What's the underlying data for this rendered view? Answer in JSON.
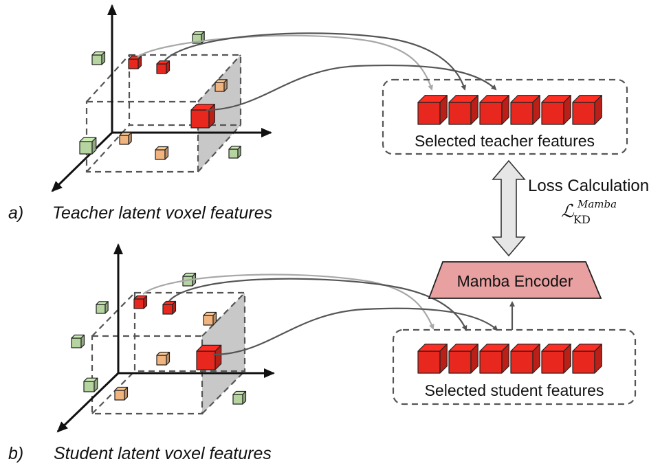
{
  "panel_a": {
    "letter": "a)",
    "caption": "Teacher latent voxel features"
  },
  "panel_b": {
    "letter": "b)",
    "caption": "Student latent voxel features"
  },
  "teacher_group": {
    "label": "Selected teacher features",
    "feature_count": 6
  },
  "student_group": {
    "label": "Selected student features",
    "feature_count": 6
  },
  "encoder": {
    "label": "Mamba Encoder"
  },
  "loss": {
    "label": "Loss Calculation",
    "symbol": "ℒ",
    "subscript": "KD",
    "superscript": "Mamba"
  },
  "colors": {
    "selected_voxel": "#e8281e",
    "green_voxel": "#b5d4a0",
    "orange_voxel": "#f2b47f",
    "encoder_fill": "#e8a0a0",
    "slice_fill": "#c8c8c8",
    "arrow_dark": "#555555",
    "arrow_light": "#a8a8a8"
  }
}
